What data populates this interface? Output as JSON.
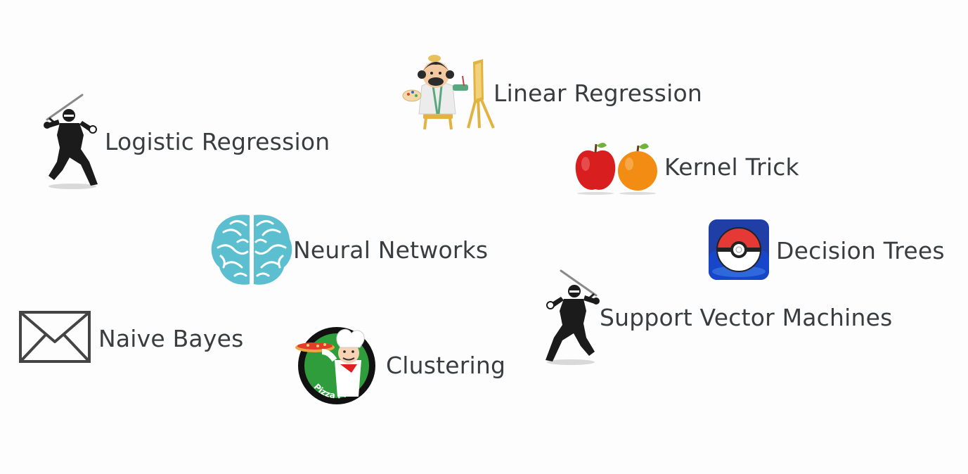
{
  "colors": {
    "text": "#3a3d40",
    "ninja": "#1b1b1b",
    "brain": "#5bbfd0",
    "apple": "#d81e1e",
    "orange": "#f28c12",
    "pizza_green": "#2f9d3c",
    "pokeball_red": "#e53935",
    "envelope": "#444444"
  },
  "items": {
    "linear_regression": {
      "label": "Linear Regression",
      "icon": "painter-with-easel-icon"
    },
    "logistic_regression": {
      "label": "Logistic Regression",
      "icon": "ninja-icon"
    },
    "kernel_trick": {
      "label": "Kernel Trick",
      "icon": "apple-and-orange-icon"
    },
    "neural_networks": {
      "label": "Neural Networks",
      "icon": "brain-icon"
    },
    "decision_trees": {
      "label": "Decision Trees",
      "icon": "pokeball-app-icon"
    },
    "svm": {
      "label": "Support Vector Machines",
      "icon": "ninja-icon"
    },
    "naive_bayes": {
      "label": "Naive Bayes",
      "icon": "envelope-icon"
    },
    "clustering": {
      "label": "Clustering",
      "icon": "pizza-chef-logo-icon",
      "logo_text": "Pizza Place"
    }
  }
}
